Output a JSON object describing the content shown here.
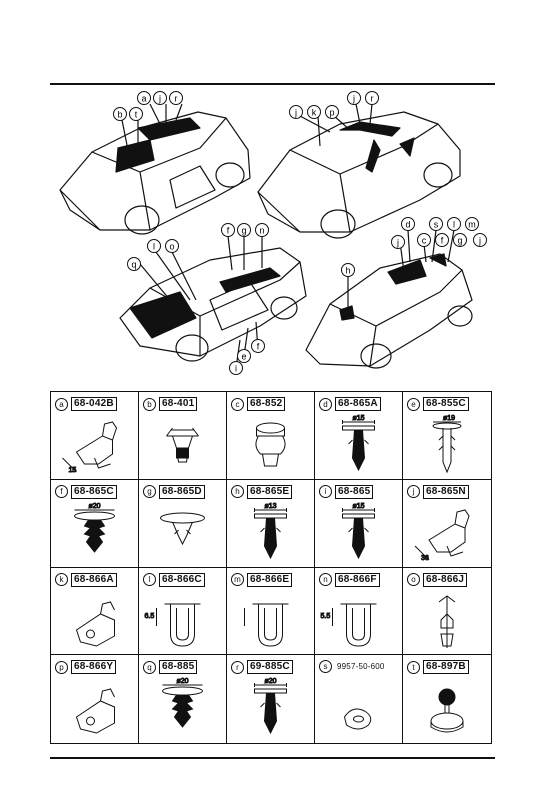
{
  "callouts": {
    "car1": [
      "a",
      "j",
      "r",
      "b",
      "t"
    ],
    "car2": [
      "j",
      "k",
      "p",
      "j",
      "r"
    ],
    "car3": [
      "f",
      "g",
      "n",
      "l",
      "o",
      "q",
      "e",
      "f",
      "i"
    ],
    "car4": [
      "d",
      "s",
      "l",
      "m",
      "j",
      "c",
      "f",
      "g",
      "j",
      "h"
    ]
  },
  "parts": [
    {
      "letter": "a",
      "pn": "68-042B",
      "dim": "15",
      "shape": "clip-a"
    },
    {
      "letter": "b",
      "pn": "68-401",
      "dim": "",
      "shape": "clip-b"
    },
    {
      "letter": "c",
      "pn": "68-852",
      "dim": "",
      "shape": "clip-c"
    },
    {
      "letter": "d",
      "pn": "68-865A",
      "dim": "ø15",
      "shape": "rivet"
    },
    {
      "letter": "e",
      "pn": "68-855C",
      "dim": "ø19",
      "shape": "rivet-long"
    },
    {
      "letter": "f",
      "pn": "68-865C",
      "dim": "ø20",
      "shape": "tree"
    },
    {
      "letter": "g",
      "pn": "68-865D",
      "dim": "",
      "shape": "mushroom"
    },
    {
      "letter": "h",
      "pn": "68-865E",
      "dim": "ø13",
      "shape": "rivet"
    },
    {
      "letter": "i",
      "pn": "68-865",
      "dim": "ø15",
      "shape": "rivet"
    },
    {
      "letter": "j",
      "pn": "68-865N",
      "dim": "36",
      "shape": "clip-a"
    },
    {
      "letter": "k",
      "pn": "68-866A",
      "dim": "",
      "shape": "clip-k"
    },
    {
      "letter": "l",
      "pn": "68-866C",
      "dim": "6.5",
      "shape": "u-clip"
    },
    {
      "letter": "m",
      "pn": "68-866E",
      "dim": "",
      "shape": "u-clip"
    },
    {
      "letter": "n",
      "pn": "68-866F",
      "dim": "5.5",
      "shape": "u-clip"
    },
    {
      "letter": "o",
      "pn": "68-866J",
      "dim": "",
      "shape": "anchor"
    },
    {
      "letter": "p",
      "pn": "68-866Y",
      "dim": "",
      "shape": "clip-k"
    },
    {
      "letter": "q",
      "pn": "68-885",
      "dim": "ø20",
      "shape": "tree"
    },
    {
      "letter": "r",
      "pn": "69-885C",
      "dim": "ø20",
      "shape": "rivet"
    },
    {
      "letter": "s",
      "pn": "9957-50-600",
      "dim": "",
      "shape": "washer"
    },
    {
      "letter": "t",
      "pn": "68-897B",
      "dim": "",
      "shape": "knob"
    }
  ]
}
